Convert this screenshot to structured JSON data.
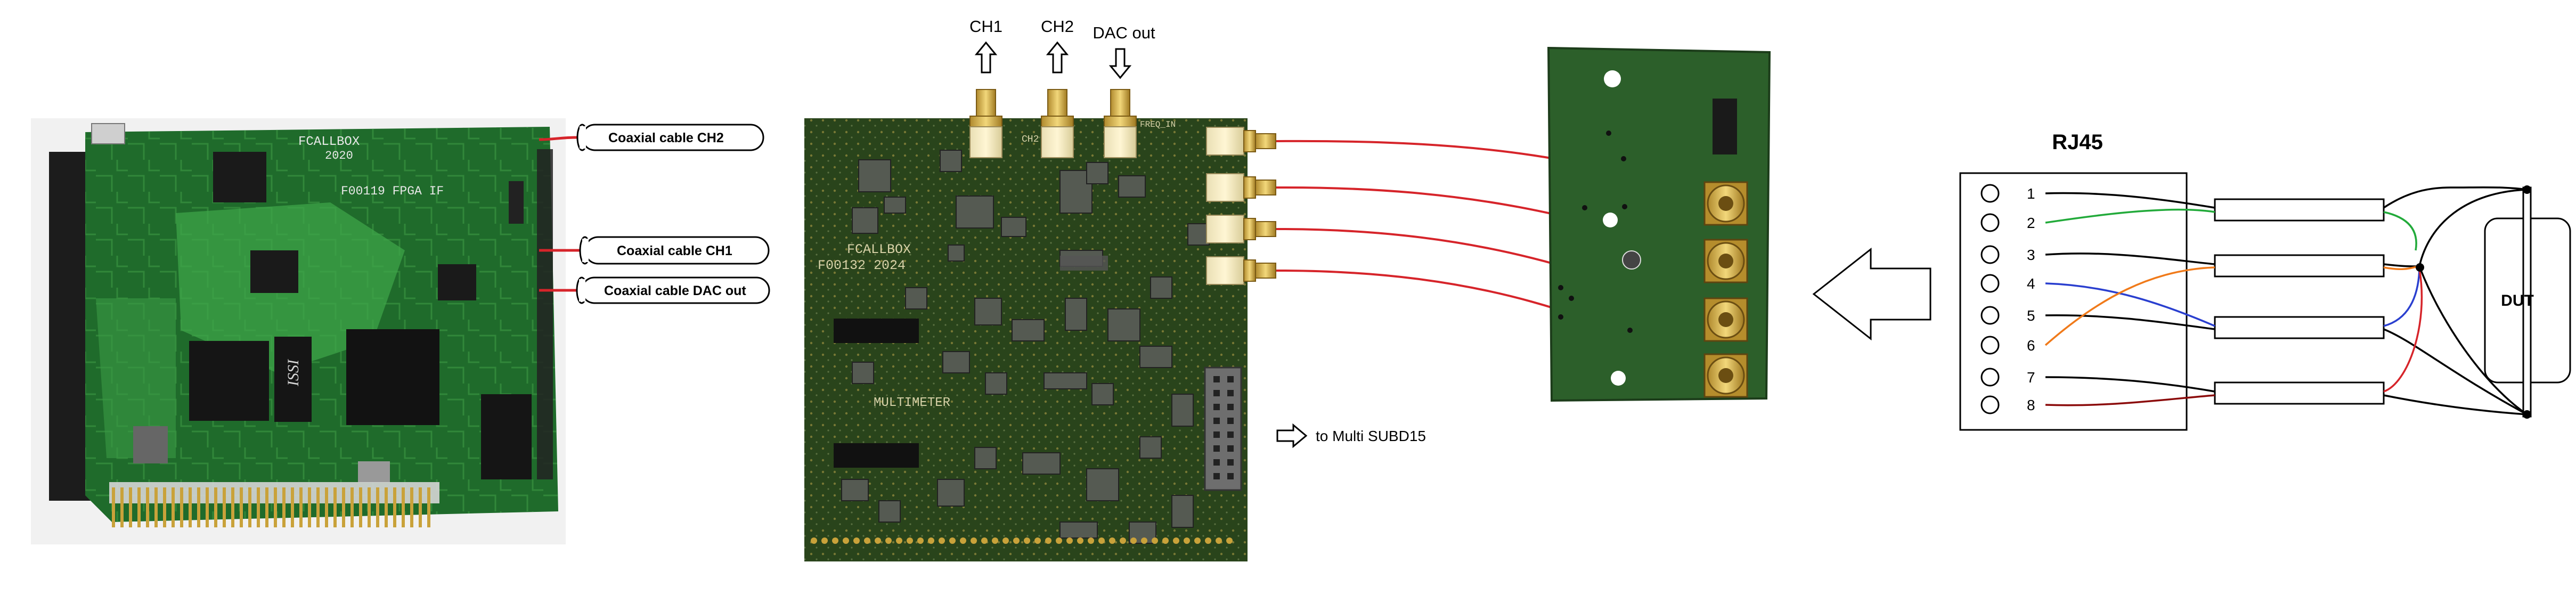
{
  "board1": {
    "silk_brand": "FCALLBOX",
    "silk_year": "2020",
    "silk_code": "F00119 FPGA IF",
    "chip_label": "ISSI",
    "callouts": [
      {
        "text": "Coaxial cable CH2"
      },
      {
        "text": "Coaxial cable CH1"
      },
      {
        "text": "Coaxial cable DAC out"
      }
    ]
  },
  "board2": {
    "silk_brand": "FCALLBOX",
    "silk_code": "F00132 2024",
    "silk_multimeter": "MULTIMETER",
    "silk_freq": "FREQ_IN",
    "silk_ch2": "CH2",
    "top_labels": [
      "CH1",
      "CH2",
      "DAC out"
    ],
    "subd_note": "to Multi SUBD15"
  },
  "rj45": {
    "title": "RJ45",
    "pins": [
      "1",
      "2",
      "3",
      "4",
      "5",
      "6",
      "7",
      "8"
    ],
    "dut_label": "DUT"
  },
  "colors": {
    "pcb_dark": "#2b4a1c",
    "pcb_green": "#2f7d35",
    "cable_red": "#d6242a",
    "wire_green": "#22aa3a",
    "wire_orange": "#f07a1a",
    "wire_blue": "#2a3fcf",
    "wire_darkred": "#8b0a0a"
  }
}
